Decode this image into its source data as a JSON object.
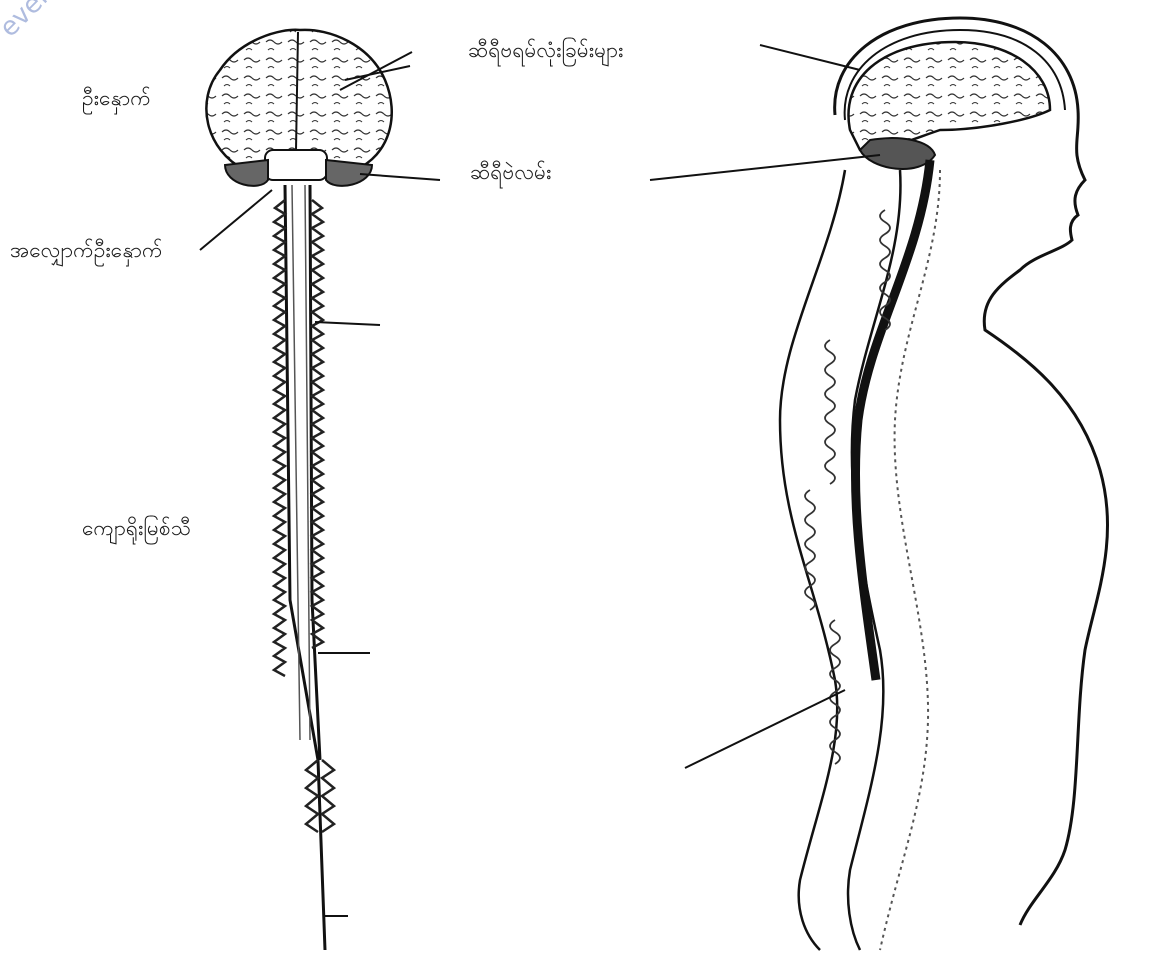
{
  "watermark": "eversi",
  "labels": {
    "brain": "ဦးနှောက်",
    "cerebral_hemispheres": "ဆီရီဗရမ်လုံးခြမ်းများ",
    "cerebellum": "ဆီရီဗဲလမ်း",
    "medulla": "အလျှောက်ဦးနှောက်",
    "spinal_cord": "ကျောရိုးမြစ်သီ"
  }
}
